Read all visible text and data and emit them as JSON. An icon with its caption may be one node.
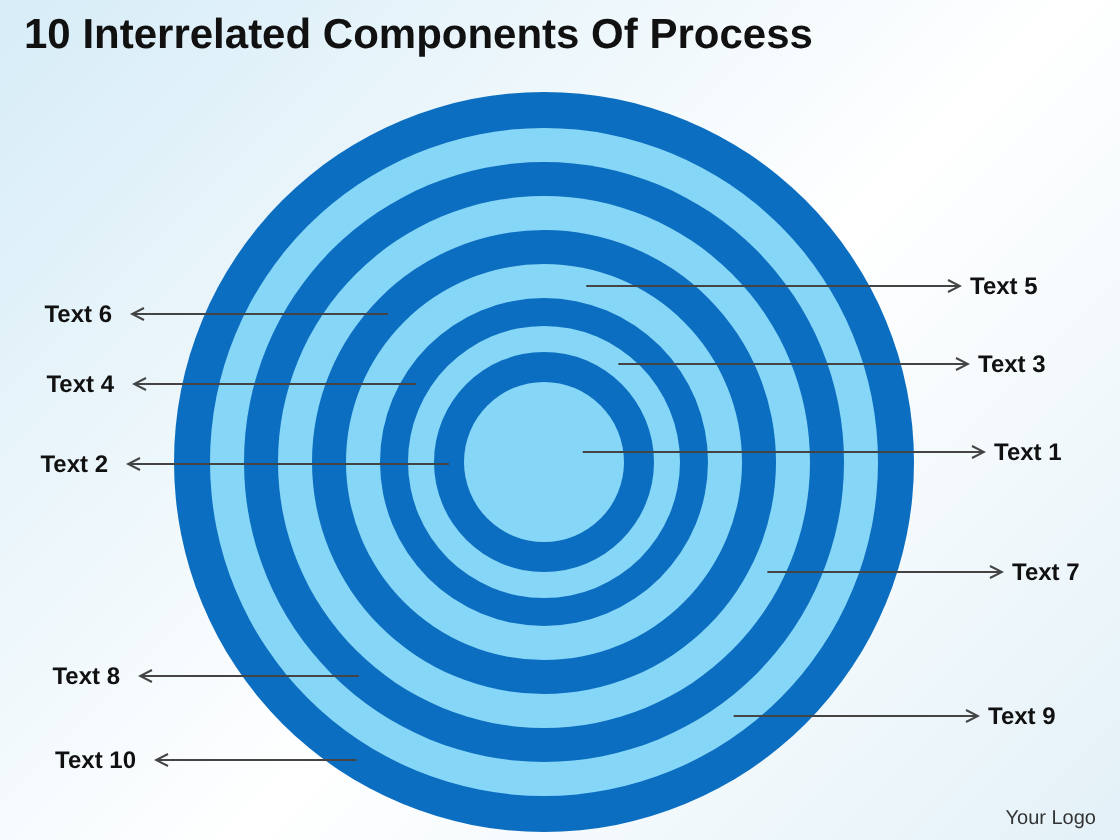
{
  "diagram": {
    "title": "10 Interrelated Components Of Process",
    "nodes": [
      {
        "text": [],
        "shape": "circle"
      },
      {
        "text": [],
        "shape": "circle",
        "in": 0
      },
      {
        "text": [],
        "shape": "circle",
        "in": 1
      },
      {
        "text": [],
        "shape": "circle",
        "in": 2
      },
      {
        "text": [],
        "shape": "circle",
        "in": 3
      },
      {
        "text": [],
        "shape": "circle",
        "in": 4
      },
      {
        "text": [],
        "shape": "circle",
        "in": 5
      },
      {
        "text": [],
        "shape": "circle",
        "in": 6
      },
      {
        "text": [],
        "shape": "circle",
        "in": 7
      },
      {
        "text": [],
        "shape": "circle",
        "in": 8
      },
      {
        "text": [
          "Text 5"
        ]
      },
      {
        "text": [
          "Text 6"
        ]
      },
      {
        "text": [
          "Text 3"
        ]
      },
      {
        "text": [
          "Text 4"
        ]
      },
      {
        "text": [
          "Text 1"
        ]
      },
      {
        "text": [
          "Text 2"
        ]
      },
      {
        "text": [
          "Text 7"
        ]
      },
      {
        "text": [
          "Text 8"
        ]
      },
      {
        "text": [
          "Text 9"
        ]
      },
      {
        "text": [
          "Text 10"
        ]
      }
    ],
    "edges": [
      {
        "from": 5,
        "to": 10,
        "arrow": "to"
      },
      {
        "from": 4,
        "to": 11,
        "arrow": "to"
      },
      {
        "from": 7,
        "to": 12,
        "arrow": "to"
      },
      {
        "from": 6,
        "to": 13,
        "arrow": "to"
      },
      {
        "from": 9,
        "to": 14,
        "arrow": "to"
      },
      {
        "from": 8,
        "to": 15,
        "arrow": "to"
      },
      {
        "from": 3,
        "to": 16,
        "arrow": "to"
      },
      {
        "from": 2,
        "to": 17,
        "arrow": "to"
      },
      {
        "from": 1,
        "to": 18,
        "arrow": "to"
      },
      {
        "from": 0,
        "to": 19,
        "arrow": "to"
      }
    ],
    "labels": [
      "Your Logo"
    ]
  }
}
